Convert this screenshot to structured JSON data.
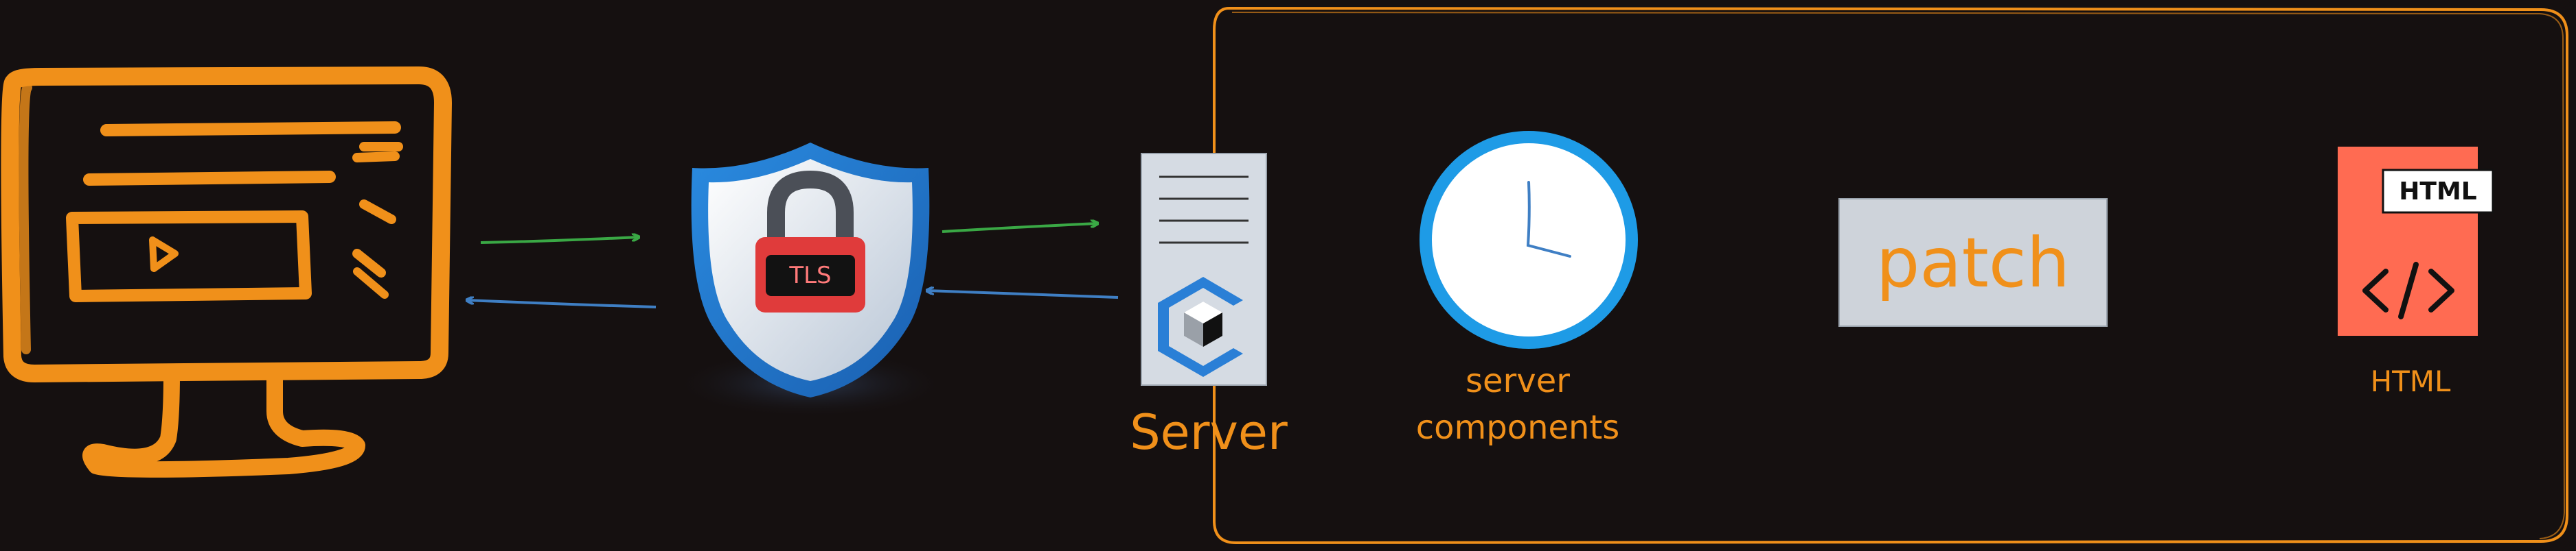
{
  "nodes": {
    "client": {
      "icon": "monitor-sketch-icon"
    },
    "tls": {
      "icon": "tls-shield-lock-icon",
      "badge": "TLS"
    },
    "server": {
      "icon": "server-document-icon",
      "label": "Server"
    },
    "server_components": {
      "icon": "clock-icon",
      "label_line1": "server",
      "label_line2": "components"
    },
    "patch": {
      "label": "patch"
    },
    "html": {
      "icon": "html-document-icon",
      "tag": "HTML",
      "label": "HTML"
    }
  },
  "colors": {
    "background": "#151010",
    "sketch_orange": "#f0901a",
    "arrow_green": "#3aa845",
    "arrow_blue": "#3f7fc4",
    "clock_blue": "#1e9be6",
    "patch_box": "#ced3da",
    "html_doc": "#ff6b52"
  }
}
